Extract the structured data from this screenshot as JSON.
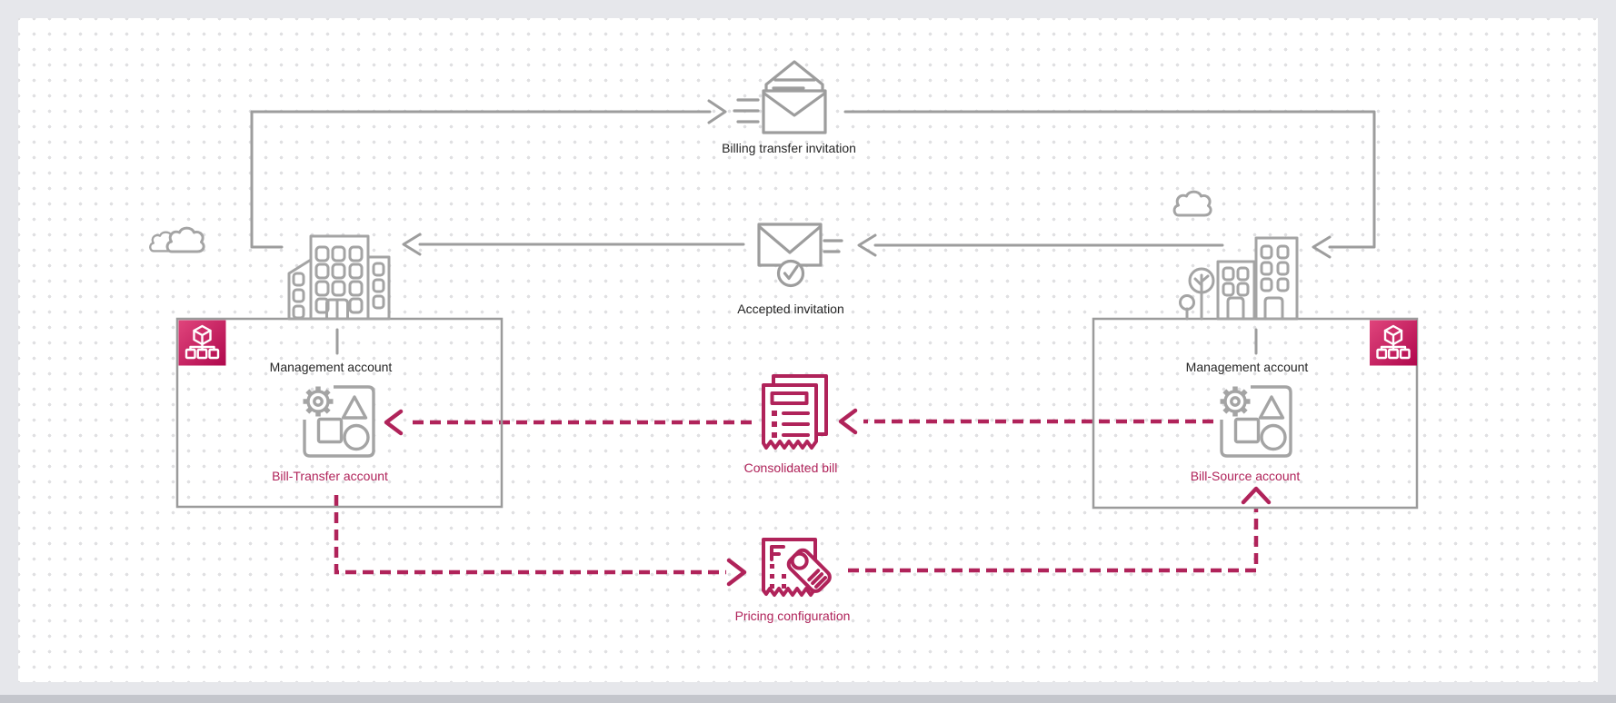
{
  "labels": {
    "billing_transfer_invitation": "Billing transfer invitation",
    "accepted_invitation": "Accepted invitation",
    "management_account_left": "Management account",
    "management_account_right": "Management account",
    "bill_transfer_account": "Bill-Transfer account",
    "bill_source_account": "Bill-Source account",
    "consolidated_bill": "Consolidated bill",
    "pricing_configuration": "Pricing configuration"
  },
  "icons": {
    "billing_transfer_invitation": "email-outgoing-icon",
    "accepted_invitation": "email-accepted-check-icon",
    "management_account_badge": "aws-organizations-badge-icon",
    "member_account": "account-resources-icon",
    "consolidated_bill": "bill-receipt-icon",
    "pricing_configuration": "receipt-price-tag-icon",
    "decorations": [
      "cloud-icon",
      "city-buildings-icon",
      "tree-icon"
    ]
  },
  "colors": {
    "accent_pink": "#B0235A",
    "badge_gradient_start": "#E0457C",
    "badge_gradient_end": "#B0084D",
    "line_gray": "#9D9D9D",
    "icon_gray": "#A4A4A4",
    "box_gray": "#9B9B9B",
    "text_dark": "#252525",
    "dot_grid": "#E0E0E2",
    "frame": "#E6E7EB",
    "canvas": "#FFFFFF",
    "bottom_edge": "#C4C6CC"
  }
}
